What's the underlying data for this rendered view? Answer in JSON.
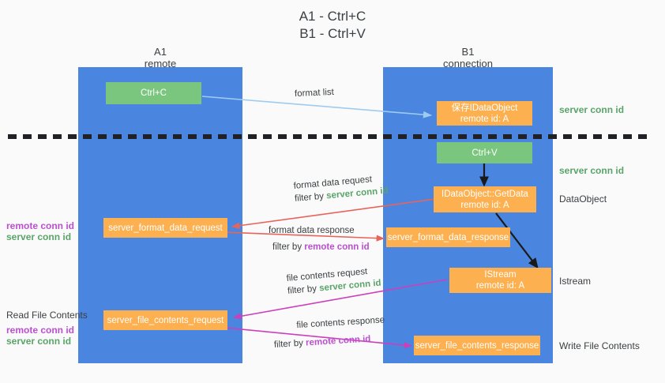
{
  "title": {
    "line1": "A1 - Ctrl+C",
    "line2": "B1 - Ctrl+V"
  },
  "lanes": [
    {
      "id": "a1",
      "name": "A1",
      "role": "remote",
      "header": "A1\nremote",
      "color": "#4a86e0"
    },
    {
      "id": "b1",
      "name": "B1",
      "role": "connection",
      "header": "B1\nconnection",
      "color": "#4a86e0"
    }
  ],
  "nodes": [
    {
      "id": "ctrl-c",
      "label": "Ctrl+C",
      "sub": "",
      "style": "green"
    },
    {
      "id": "save-idataobject",
      "label": "保存IDataObject",
      "sub": "remote id: A",
      "style": "orange"
    },
    {
      "id": "ctrl-v",
      "label": "Ctrl+V",
      "sub": "",
      "style": "green"
    },
    {
      "id": "idataobject-getdata",
      "label": "IDataObject::GetData",
      "sub": "remote id: A",
      "style": "orange"
    },
    {
      "id": "format-data-request",
      "label": "server_format_data_request",
      "sub": "",
      "style": "orange"
    },
    {
      "id": "format-data-response",
      "label": "server_format_data_response",
      "sub": "",
      "style": "orange"
    },
    {
      "id": "istream",
      "label": "IStream",
      "sub": "remote id: A",
      "style": "orange"
    },
    {
      "id": "file-contents-request",
      "label": "server_file_contents_request",
      "sub": "",
      "style": "orange"
    },
    {
      "id": "file-contents-response",
      "label": "server_file_contents_response",
      "sub": "",
      "style": "orange"
    }
  ],
  "edges": [
    {
      "id": "format-list",
      "line1": "format list",
      "filter_prefix": "",
      "filter_value": "",
      "filter_kind": ""
    },
    {
      "id": "format-data-request",
      "line1": "format data request",
      "filter_prefix": "filter by ",
      "filter_value": "server conn id",
      "filter_kind": "server"
    },
    {
      "id": "format-data-response",
      "line1": "format data response",
      "filter_prefix": "filter by ",
      "filter_value": "remote conn id",
      "filter_kind": "remote"
    },
    {
      "id": "file-contents-request",
      "line1": "file contents request",
      "filter_prefix": "filter by ",
      "filter_value": "server conn id",
      "filter_kind": "server"
    },
    {
      "id": "file-contents-response",
      "line1": "file contents response",
      "filter_prefix": "filter by ",
      "filter_value": "remote conn id",
      "filter_kind": "remote"
    }
  ],
  "right_notes": [
    {
      "id": "server-conn-id-top",
      "text": "server conn id",
      "kind": "server"
    },
    {
      "id": "server-conn-id-second",
      "text": "server conn id",
      "kind": "server"
    },
    {
      "id": "dataobject",
      "text": "DataObject",
      "kind": "plain"
    },
    {
      "id": "istream",
      "text": "Istream",
      "kind": "plain"
    },
    {
      "id": "write-file-contents",
      "text": "Write File Contents",
      "kind": "plain"
    }
  ],
  "left_notes": [
    {
      "id": "format-remote",
      "text": "remote conn id",
      "kind": "remote"
    },
    {
      "id": "format-server",
      "text": "server conn id",
      "kind": "server"
    },
    {
      "id": "read-file-contents",
      "text": "Read File Contents",
      "kind": "plain"
    },
    {
      "id": "file-remote",
      "text": "remote conn id",
      "kind": "remote"
    },
    {
      "id": "file-server",
      "text": "server conn id",
      "kind": "server"
    }
  ],
  "colors": {
    "lane": "#4a86e0",
    "node_green": "#7bc67e",
    "node_orange": "#fcb050",
    "server_conn_id": "#5aa469",
    "remote_conn_id": "#bb4fd0",
    "arrow_light_blue": "#9ecbf0",
    "arrow_red": "#e8645a",
    "arrow_magenta": "#cc3fbb",
    "arrow_black": "#1a1a1a",
    "background": "#fafafa"
  }
}
